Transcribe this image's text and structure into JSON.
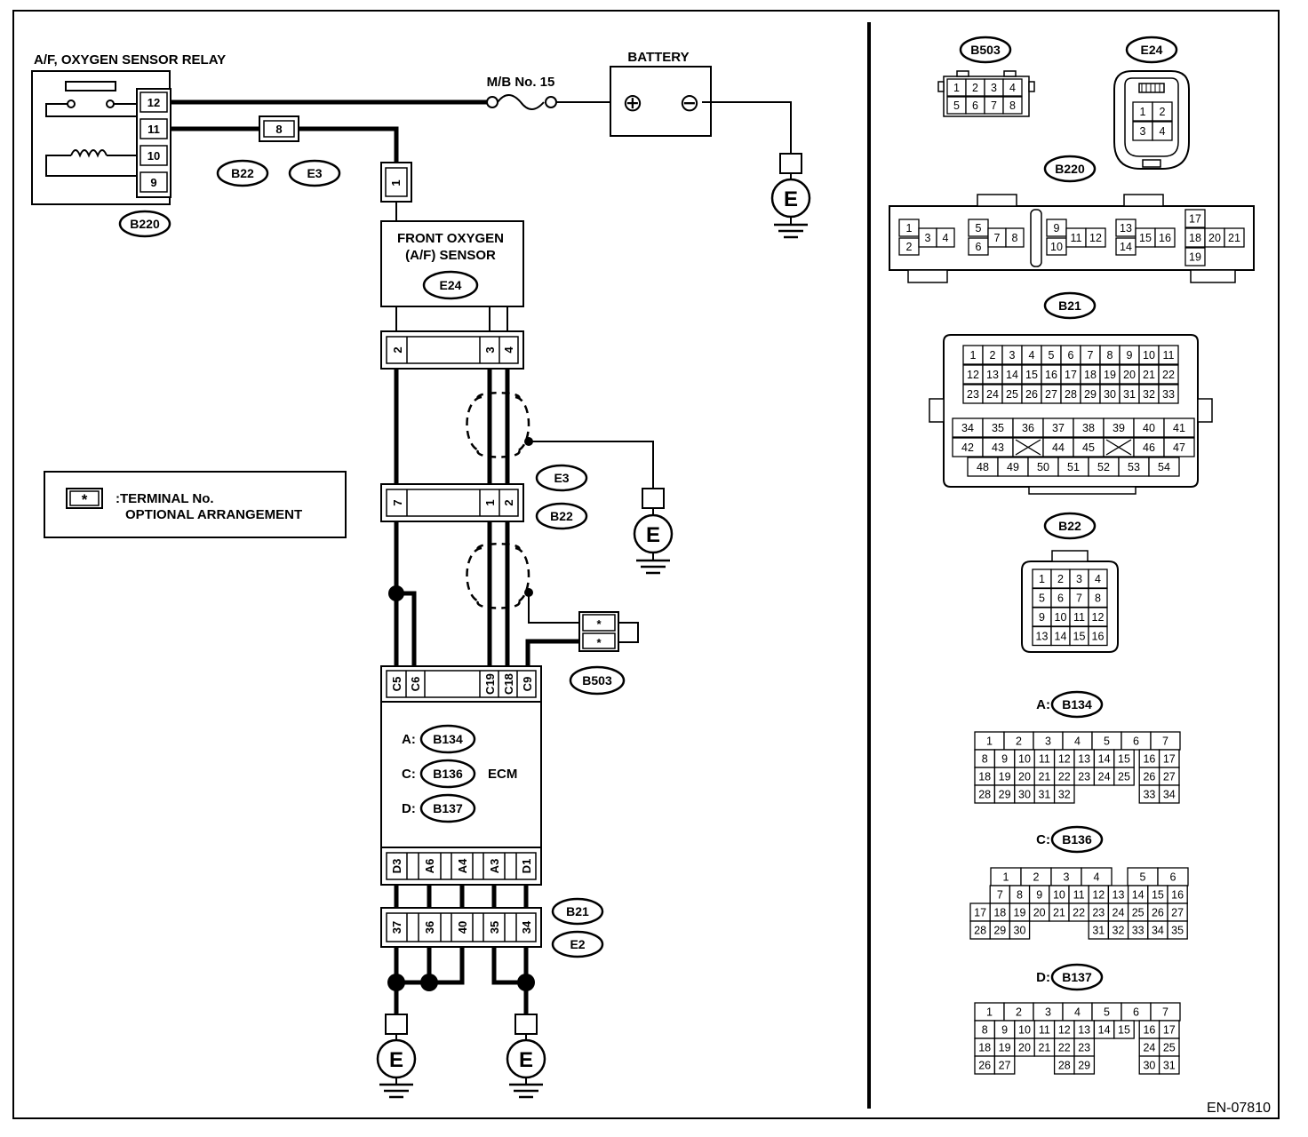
{
  "page": {
    "code": "EN-07810"
  },
  "relay": {
    "title": "A/F, OXYGEN SENSOR RELAY",
    "pins": [
      "12",
      "11",
      "10",
      "9"
    ],
    "connector": "B220"
  },
  "battery": {
    "title": "BATTERY",
    "fuse": "M/B No. 15",
    "plus": "⊕",
    "minus": "⊖"
  },
  "joint": {
    "pin": "8",
    "connectors": [
      "B22",
      "E3"
    ]
  },
  "sensor": {
    "pin": "1",
    "title_line1": "FRONT OXYGEN",
    "title_line2": "(A/F) SENSOR",
    "connector": "E24",
    "bottom_pins": [
      "2",
      "3",
      "4"
    ]
  },
  "mid_connector": {
    "pins": [
      "7",
      "1",
      "2"
    ],
    "labels": [
      "E3",
      "B22"
    ]
  },
  "optional": {
    "pins": [
      "*",
      "*"
    ],
    "connector": "B503"
  },
  "ecm": {
    "top_pins": [
      "C5",
      "C6",
      "C19",
      "C18",
      "C9"
    ],
    "rows": [
      {
        "prefix": "A:",
        "code": "B134"
      },
      {
        "prefix": "C:",
        "code": "B136"
      },
      {
        "prefix": "D:",
        "code": "B137"
      }
    ],
    "label": "ECM",
    "bottom_pins": [
      "D3",
      "A6",
      "A4",
      "A3",
      "D1"
    ]
  },
  "lower_connector": {
    "pins": [
      "37",
      "36",
      "40",
      "35",
      "34"
    ],
    "labels": [
      "B21",
      "E2"
    ]
  },
  "ground": "E",
  "legend": {
    "symbol": "*",
    "line1": ":TERMINAL No.",
    "line2": "OPTIONAL ARRANGEMENT"
  },
  "connectors": {
    "B503": {
      "title": "B503",
      "rows": [
        [
          "1",
          "2",
          "3",
          "4"
        ],
        [
          "5",
          "6",
          "7",
          "8"
        ]
      ]
    },
    "E24": {
      "title": "E24",
      "rows": [
        [
          "1",
          "2"
        ],
        [
          "3",
          "4"
        ]
      ]
    },
    "B220": {
      "title": "B220",
      "cells": [
        "1",
        "2",
        "3",
        "4",
        "5",
        "6",
        "7",
        "8",
        "9",
        "10",
        "11",
        "12",
        "13",
        "14",
        "15",
        "16",
        "17",
        "18",
        "20",
        "21",
        "19"
      ]
    },
    "B21": {
      "title": "B21",
      "rows": [
        [
          "1",
          "2",
          "3",
          "4",
          "5",
          "6",
          "7",
          "8",
          "9",
          "10",
          "11"
        ],
        [
          "12",
          "13",
          "14",
          "15",
          "16",
          "17",
          "18",
          "19",
          "20",
          "21",
          "22"
        ],
        [
          "23",
          "24",
          "25",
          "26",
          "27",
          "28",
          "29",
          "30",
          "31",
          "32",
          "33"
        ],
        [
          "34",
          "35",
          "36",
          "37",
          "38",
          "39",
          "40",
          "41"
        ],
        [
          "42",
          "43",
          "",
          "44",
          "45",
          "",
          "46",
          "47"
        ],
        [
          "48",
          "49",
          "50",
          "51",
          "52",
          "53",
          "54"
        ]
      ]
    },
    "B22": {
      "title": "B22",
      "rows": [
        [
          "1",
          "2",
          "3",
          "4"
        ],
        [
          "5",
          "6",
          "7",
          "8"
        ],
        [
          "9",
          "10",
          "11",
          "12"
        ],
        [
          "13",
          "14",
          "15",
          "16"
        ]
      ]
    },
    "B134": {
      "prefix": "A:",
      "title": "B134",
      "rows": [
        [
          "1",
          "2",
          "3",
          "4",
          "5",
          "6",
          "7"
        ],
        [
          "8",
          "9",
          "10",
          "11",
          "12",
          "13",
          "14",
          "15",
          "16",
          "17"
        ],
        [
          "18",
          "19",
          "20",
          "21",
          "22",
          "23",
          "24",
          "25",
          "26",
          "27"
        ],
        [
          "28",
          "29",
          "30",
          "31",
          "32",
          "",
          "",
          "",
          "33",
          "34"
        ]
      ]
    },
    "B136": {
      "prefix": "C:",
      "title": "B136",
      "rows": [
        [
          "",
          "1",
          "2",
          "3",
          "4",
          "",
          "5",
          "6"
        ],
        [
          "",
          "7",
          "8",
          "9",
          "10",
          "11",
          "12",
          "13",
          "14",
          "15",
          "16"
        ],
        [
          "17",
          "18",
          "19",
          "20",
          "21",
          "22",
          "23",
          "24",
          "25",
          "26",
          "27"
        ],
        [
          "28",
          "29",
          "30",
          "",
          "",
          "",
          "31",
          "32",
          "33",
          "34",
          "35"
        ]
      ]
    },
    "B137": {
      "prefix": "D:",
      "title": "B137",
      "rows": [
        [
          "1",
          "2",
          "3",
          "4",
          "5",
          "6",
          "7"
        ],
        [
          "8",
          "9",
          "10",
          "11",
          "12",
          "13",
          "14",
          "15",
          "16",
          "17"
        ],
        [
          "18",
          "19",
          "20",
          "21",
          "22",
          "23",
          "",
          "",
          "24",
          "25"
        ],
        [
          "26",
          "27",
          "",
          "",
          "28",
          "29",
          "",
          "",
          "30",
          "31"
        ]
      ]
    }
  }
}
